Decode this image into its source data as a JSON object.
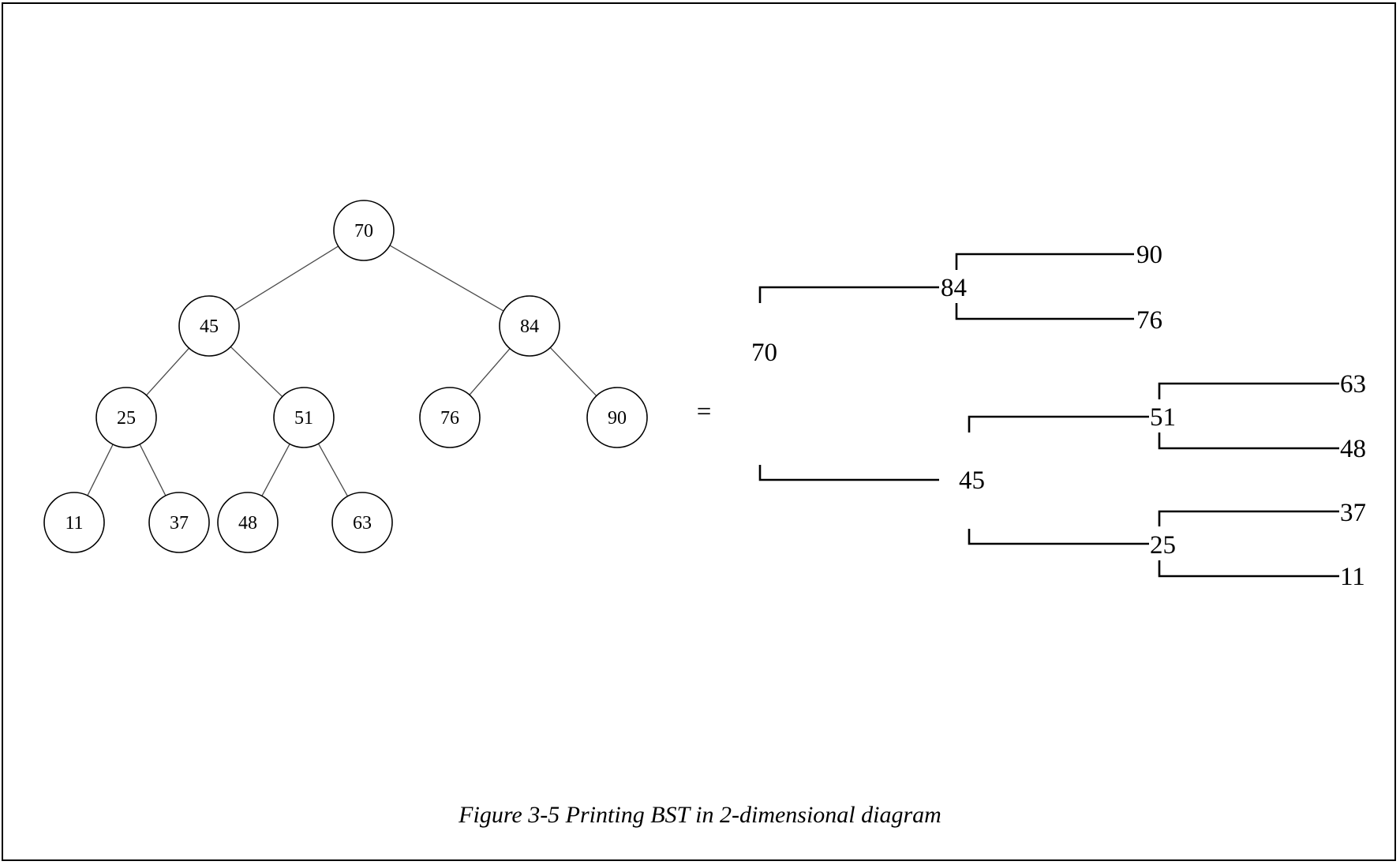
{
  "tree": {
    "nodes": [
      {
        "id": "70",
        "label": "70"
      },
      {
        "id": "45",
        "label": "45"
      },
      {
        "id": "84",
        "label": "84"
      },
      {
        "id": "25",
        "label": "25"
      },
      {
        "id": "51",
        "label": "51"
      },
      {
        "id": "76",
        "label": "76"
      },
      {
        "id": "90",
        "label": "90"
      },
      {
        "id": "11",
        "label": "11"
      },
      {
        "id": "37",
        "label": "37"
      },
      {
        "id": "48",
        "label": "48"
      },
      {
        "id": "63",
        "label": "63"
      }
    ],
    "edges": [
      {
        "from": "70",
        "to": "45"
      },
      {
        "from": "70",
        "to": "84"
      },
      {
        "from": "45",
        "to": "25"
      },
      {
        "from": "45",
        "to": "51"
      },
      {
        "from": "84",
        "to": "76"
      },
      {
        "from": "84",
        "to": "90"
      },
      {
        "from": "25",
        "to": "11"
      },
      {
        "from": "25",
        "to": "37"
      },
      {
        "from": "51",
        "to": "48"
      },
      {
        "from": "51",
        "to": "63"
      }
    ]
  },
  "equals_symbol": "=",
  "printed_tree": {
    "labels": [
      {
        "id": "90",
        "label": "90"
      },
      {
        "id": "84",
        "label": "84"
      },
      {
        "id": "76",
        "label": "76"
      },
      {
        "id": "70",
        "label": "70"
      },
      {
        "id": "63",
        "label": "63"
      },
      {
        "id": "51",
        "label": "51"
      },
      {
        "id": "48",
        "label": "48"
      },
      {
        "id": "45",
        "label": "45"
      },
      {
        "id": "37",
        "label": "37"
      },
      {
        "id": "25",
        "label": "25"
      },
      {
        "id": "11",
        "label": "11"
      }
    ]
  },
  "caption": "Figure 3-5 Printing BST in 2-dimensional diagram"
}
